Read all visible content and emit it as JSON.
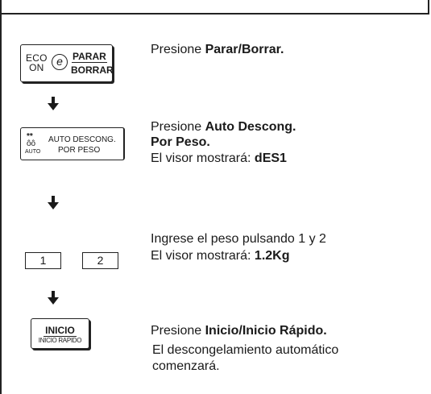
{
  "steps": [
    {
      "button": {
        "eco_line1": "ECO",
        "eco_line2": "ON",
        "eco_symbol": "e",
        "top_label": "PARAR",
        "bottom_label": "BORRAR"
      },
      "line1_prefix": "Presione ",
      "line1_bold": "Parar/Borrar."
    },
    {
      "button": {
        "snow": "**",
        "drops": "ôô",
        "small": "AUTO",
        "line1": "AUTO DESCONG.",
        "line2": "POR PESO"
      },
      "line1_prefix": "Presione ",
      "line1_bold": "Auto Descong.",
      "line2_bold": "Por Peso.",
      "line3_prefix": "El visor mostrará: ",
      "line3_bold": "dES1"
    },
    {
      "keys": [
        "1",
        "2"
      ],
      "line1": "Ingrese el peso pulsando 1 y 2",
      "line2_prefix": "El visor mostrará:  ",
      "line2_bold": "1.2Kg"
    },
    {
      "button": {
        "line1": "INICIO",
        "line2": "INICIO RAPIDO"
      },
      "line1_prefix": "Presione  ",
      "line1_bold": "Inicio/Inicio Rápido.",
      "line2": "El descongelamiento automático",
      "line3": "comenzará."
    }
  ]
}
